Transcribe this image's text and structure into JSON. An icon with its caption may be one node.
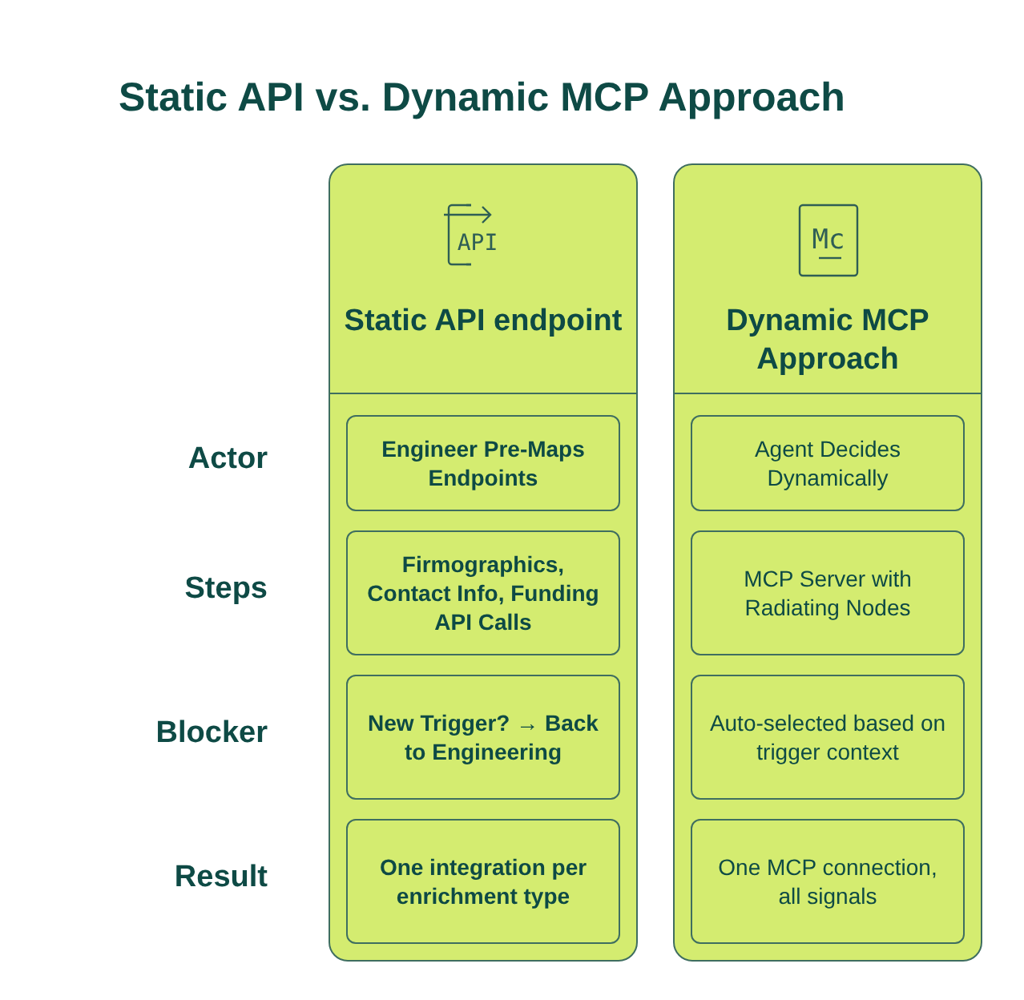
{
  "diagram": {
    "title": "Static API vs. Dynamic MCP Approach",
    "nodes": [
      {
        "text": [
          "Static API endpoint"
        ]
      },
      {
        "text": [
          "Engineer Pre-Maps Endpoints"
        ],
        "in": 0
      },
      {
        "text": [
          "Firmographics, Contact Info, Funding API Calls"
        ],
        "in": 0
      },
      {
        "text": [
          "New Trigger? → Back to Engineering"
        ],
        "in": 0
      },
      {
        "text": [
          "One integration per enrichment type"
        ],
        "in": 0
      },
      {
        "text": [
          "Dynamic MCP Approach"
        ]
      },
      {
        "text": [
          "Agent Decides Dynamically"
        ],
        "in": 5
      },
      {
        "text": [
          "MCP Server with Radiating Nodes"
        ],
        "in": 5
      },
      {
        "text": [
          "Auto-selected based on trigger context"
        ],
        "in": 5
      },
      {
        "text": [
          "One MCP connection, all signals"
        ],
        "in": 5
      }
    ],
    "edges": [],
    "labels": [
      "API",
      "Mc",
      "Actor",
      "Steps",
      "Blocker",
      "Result"
    ]
  }
}
